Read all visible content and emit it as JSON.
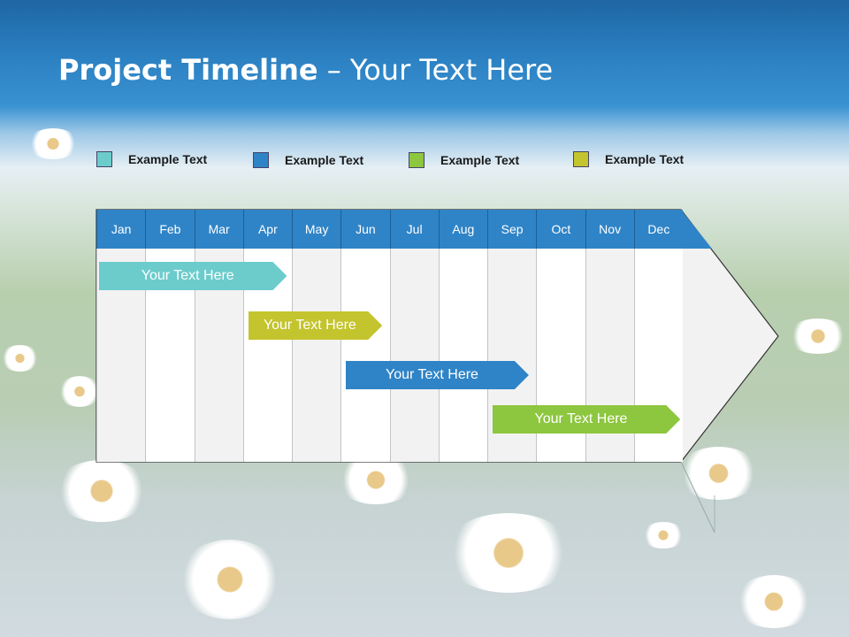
{
  "title": {
    "bold": "Project Timeline",
    "rest": " – Your Text Here"
  },
  "legend": [
    {
      "label": "Example Text",
      "color": "#6ccccc"
    },
    {
      "label": "Example Text",
      "color": "#2f84c7"
    },
    {
      "label": "Example Text",
      "color": "#8dc63f"
    },
    {
      "label": "Example Text",
      "color": "#c4c42e"
    }
  ],
  "months": [
    "Jan",
    "Feb",
    "Mar",
    "Apr",
    "May",
    "Jun",
    "Jul",
    "Aug",
    "Sep",
    "Oct",
    "Nov",
    "Dec"
  ],
  "tasks": [
    {
      "label": "Your  Text Here",
      "color": "#6ccccc",
      "start_month": 0,
      "end_month": 3.9
    },
    {
      "label": "Your  Text Here",
      "color": "#c4c42e",
      "start_month": 3.05,
      "end_month": 5.85
    },
    {
      "label": "Your  Text Here",
      "color": "#2f84c7",
      "start_month": 5.05,
      "end_month": 8.85
    },
    {
      "label": "Your  Text Here",
      "color": "#8dc63f",
      "start_month": 8.05,
      "end_month": 11.95
    }
  ],
  "colors": {
    "header": "#2f84c7",
    "title_bar": "#2a7fc0"
  }
}
